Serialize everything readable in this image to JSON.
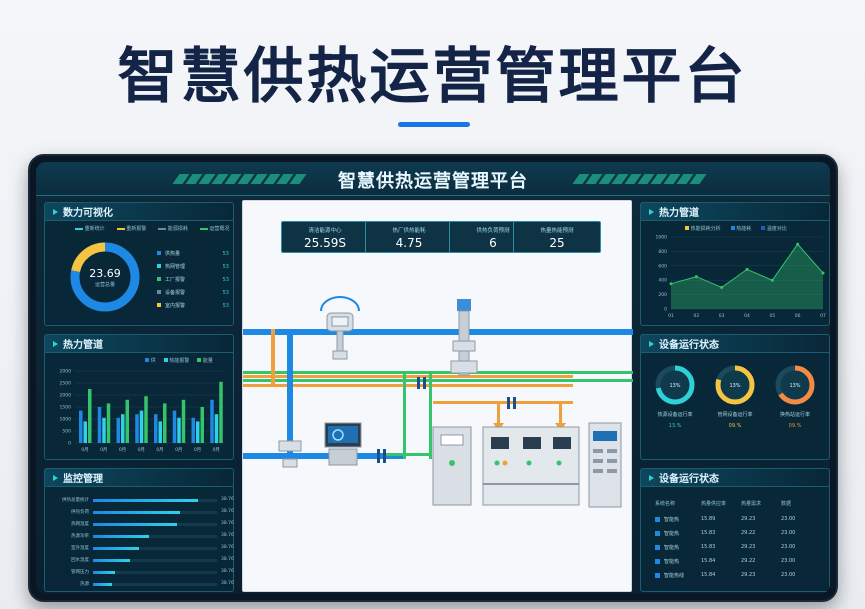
{
  "hero": {
    "title": "智慧供热运营管理平台"
  },
  "dashboard": {
    "title": "智慧供热运营管理平台"
  },
  "left_panels": {
    "p1": {
      "title": "数力可视化",
      "legend": [
        "重新统计",
        "重新报警",
        "能源损耗",
        "运营概况"
      ],
      "donut_value": "23.69",
      "donut_sub": "运营总量",
      "donut_fraction": 0.78,
      "list": [
        {
          "label": "供热量",
          "value": "53"
        },
        {
          "label": "热网管理",
          "value": "53"
        },
        {
          "label": "工厂报警",
          "value": "53"
        },
        {
          "label": "设备报警",
          "value": "53"
        },
        {
          "label": "室内报警",
          "value": "53"
        }
      ]
    },
    "p2": {
      "title": "热力管道",
      "legend": [
        "供",
        "热能报警",
        "能量"
      ],
      "y_ticks": [
        "2000",
        "2500",
        "2000",
        "1500",
        "1000",
        "500",
        "0"
      ],
      "x_ticks": [
        "0月",
        "0月",
        "0月",
        "0月",
        "0月",
        "0月",
        "0月",
        "0月"
      ]
    },
    "p3": {
      "title": "监控管理",
      "rows": [
        {
          "label": "供热总量统计",
          "value": "38.76",
          "fill": 0.85
        },
        {
          "label": "供热负荷",
          "value": "38.76",
          "fill": 0.7
        },
        {
          "label": "热网温度",
          "value": "38.76",
          "fill": 0.68
        },
        {
          "label": "热源功率",
          "value": "38.76",
          "fill": 0.45
        },
        {
          "label": "室外温度",
          "value": "38.76",
          "fill": 0.37
        },
        {
          "label": "回水温度",
          "value": "38.76",
          "fill": 0.3
        },
        {
          "label": "管网压力",
          "value": "38.76",
          "fill": 0.18
        },
        {
          "label": "热源",
          "value": "38.76",
          "fill": 0.15
        }
      ]
    }
  },
  "kpis": [
    {
      "label": "清洁能源中心",
      "value": "25.59S"
    },
    {
      "label": "热厂供热能耗",
      "value": "4.75"
    },
    {
      "label": "供热负荷预测",
      "value": "6"
    },
    {
      "label": "热量热能预测",
      "value": "25"
    }
  ],
  "right_panels": {
    "p1": {
      "title": "热力管道",
      "legend": [
        "热能损耗分析",
        "热能耗",
        "温度对比"
      ],
      "y_ticks": [
        "1000",
        "800",
        "600",
        "400",
        "200",
        "0"
      ],
      "x_ticks": [
        "01",
        "02",
        "03",
        "04",
        "05",
        "06",
        "07"
      ]
    },
    "p2": {
      "title": "设备运行状态",
      "gauges": [
        {
          "label": "热源设备运行率",
          "value": "13%",
          "sub": "13.%",
          "color": "#2fd1d9",
          "fraction": 0.72
        },
        {
          "label": "管网设备运行率",
          "value": "13%",
          "sub": "09.%",
          "color": "#f5c542",
          "fraction": 0.8
        },
        {
          "label": "换热站运行率",
          "value": "13%",
          "sub": "09.%",
          "color": "#f58b42",
          "fraction": 0.66
        }
      ]
    },
    "p3": {
      "title": "设备运行状态",
      "headers": [
        "系统名称",
        "热量供应率",
        "热量需求",
        "数据"
      ],
      "rows": [
        [
          "智能热",
          "15.89",
          "29.23",
          "23.00"
        ],
        [
          "智能热",
          "15.83",
          "29.22",
          "23.00"
        ],
        [
          "智能热",
          "15.83",
          "29.23",
          "23.00"
        ],
        [
          "智能热",
          "15.84",
          "29.22",
          "23.00"
        ],
        [
          "智能热线",
          "15.84",
          "29.23",
          "23.00"
        ]
      ]
    }
  },
  "colors": {
    "accent": "#2fd1d9",
    "blue": "#1e88e5",
    "green": "#34c46b",
    "orange": "#f0a03a"
  }
}
